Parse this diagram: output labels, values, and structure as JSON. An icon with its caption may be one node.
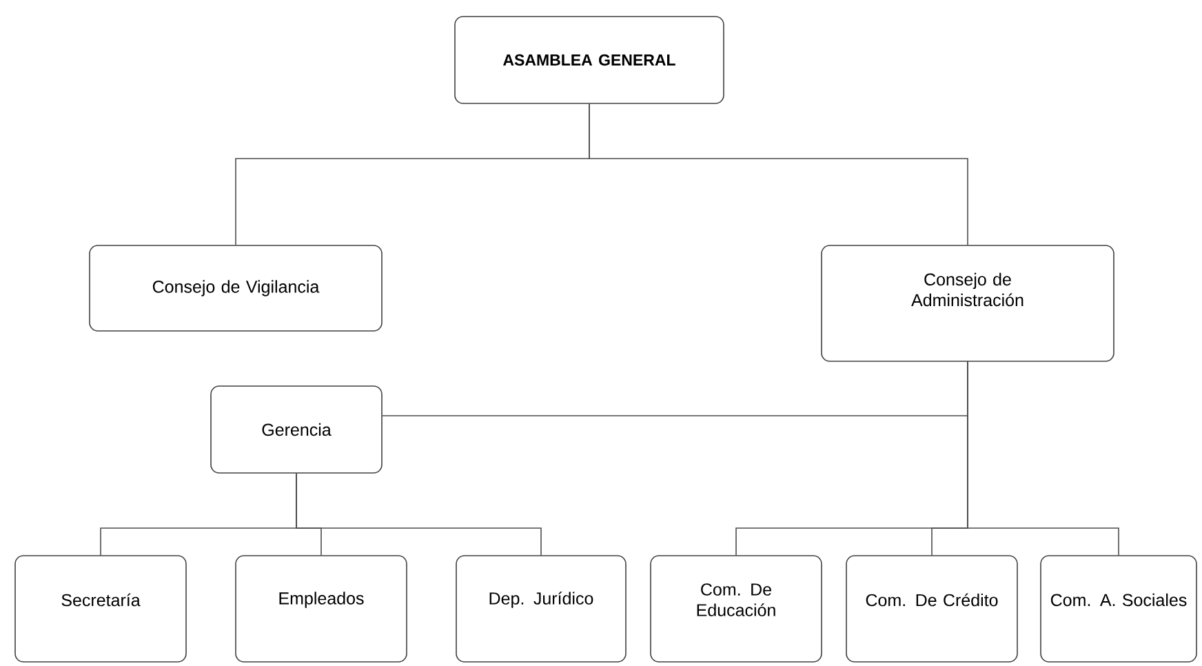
{
  "diagram": {
    "nodes": [
      {
        "text": [
          "ASAMBLEA GENERAL"
        ]
      },
      {
        "text": [
          "Consejo de Vigilancia"
        ]
      },
      {
        "text": [
          "Consejo de Administración"
        ]
      },
      {
        "text": [
          "Gerencia"
        ]
      },
      {
        "text": [
          "Secretaría"
        ]
      },
      {
        "text": [
          "Empleados"
        ]
      },
      {
        "text": [
          "Dep. Jurídico"
        ]
      },
      {
        "text": [
          "Com. De Educación"
        ]
      },
      {
        "text": [
          "Com. De Crédito"
        ]
      },
      {
        "text": [
          "Com. A. Sociales"
        ]
      }
    ],
    "edges": [
      {
        "from": 0,
        "to": 1,
        "arrow": "none"
      },
      {
        "from": 0,
        "to": 2,
        "arrow": "none"
      },
      {
        "from": 2,
        "to": 3,
        "arrow": "none"
      },
      {
        "from": 3,
        "to": 4,
        "arrow": "none"
      },
      {
        "from": 3,
        "to": 5,
        "arrow": "none"
      },
      {
        "from": 3,
        "to": 6,
        "arrow": "none"
      },
      {
        "from": 2,
        "to": 7,
        "arrow": "none"
      },
      {
        "from": 2,
        "to": 8,
        "arrow": "none"
      },
      {
        "from": 2,
        "to": 9,
        "arrow": "none"
      }
    ]
  }
}
